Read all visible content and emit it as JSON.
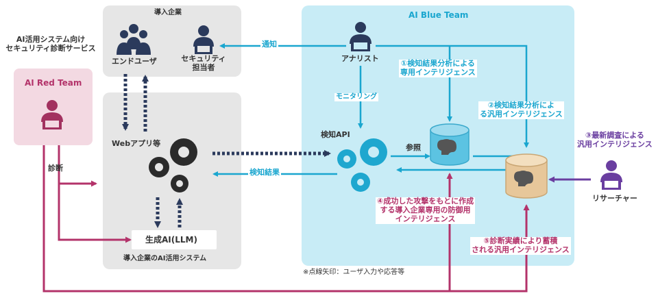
{
  "diagram": {
    "service_label_line1": "AI活用システム向け",
    "service_label_line2": "セキュリティ診断サービス",
    "red_team_title": "AI Red Team",
    "blue_team_title": "AI Blue Team",
    "client_company_title": "導入企業",
    "end_user_label": "エンドユーザ",
    "security_officer_line1": "セキュリティ",
    "security_officer_line2": "担当者",
    "web_app_label": "Webアプリ等",
    "gen_ai_label": "生成AI(LLM)",
    "client_system_title": "導入企業のAI活用システム",
    "analyst_label": "アナリスト",
    "notify_label": "通知",
    "monitoring_label": "モニタリング",
    "detection_api_label": "検知API",
    "reference_label": "参照",
    "detection_result_label": "検知結果",
    "diagnosis_label": "診断",
    "researcher_label": "リサーチャー",
    "note_dashed_arrow": "※点線矢印：ユーザ入力や応答等",
    "intel_1_line1": "①検知結果分析による",
    "intel_1_line2": "専用インテリジェンス",
    "intel_2_line1": "②検知結果分析によ",
    "intel_2_line2": "る汎用インテリジェンス",
    "intel_3_line1": "③最新調査による",
    "intel_3_line2": "汎用インテリジェンス",
    "intel_4_line1": "④成功した攻撃をもとに作成",
    "intel_4_line2": "する導入企業専用の防御用",
    "intel_4_line3": "インテリジェンス",
    "intel_5_line1": "⑤診断実績により蓄積",
    "intel_5_line2": "される汎用インテリジェンス"
  },
  "colors": {
    "cyan": "#1aa6cf",
    "magenta": "#b3336a",
    "purple": "#6a3ea0",
    "navy": "#2b3a5c",
    "gray_box": "#e6e6e6",
    "blue_box": "#c8ecf6",
    "pink_box": "#f3d9e2"
  }
}
